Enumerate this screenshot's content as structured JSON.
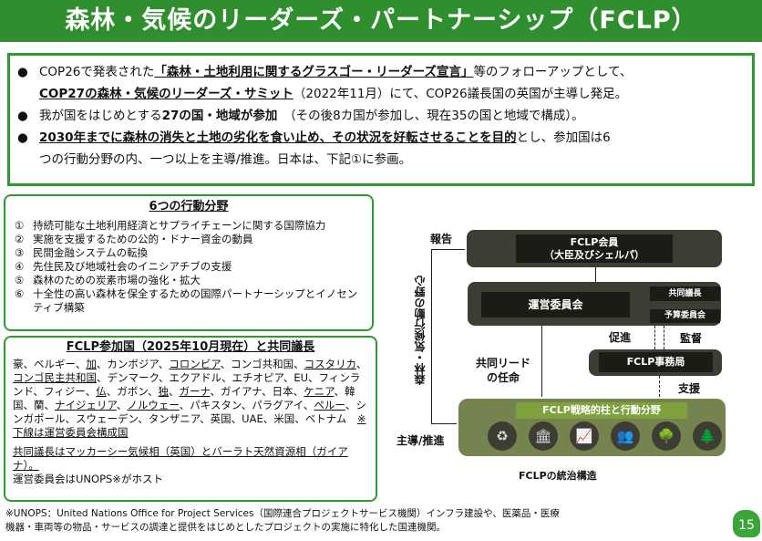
{
  "title": "森林・気候のリーダーズ・パートナーシップ（FCLP）",
  "summary": {
    "l1a": "COP26で発表された",
    "l1b": "「森林・土地利用に関するグラスゴー・リーダーズ宣言」",
    "l1c": "等のフォローアップとして、",
    "l2a": "COP27の森林・気候のリーダーズ・サミット",
    "l2b": "（2022年11月）にて、COP26議長国の英国が主導し発足。",
    "l3a": "我が国をはじめとする",
    "l3b": "27の国・地域が参加",
    "l3c": "（その後8カ国が参加し、現在35の国と地域で構成）。",
    "l4a": "2030年までに森林の消失と土地の劣化を食い止め、その状況を好転させることを目的",
    "l4b": "とし、参加国は6",
    "l5": "つの行動分野の内、一つ以上を主導/推進。日本は、下記①に参画。"
  },
  "actions": {
    "heading": "6つの行動分野",
    "items": [
      {
        "n": "①",
        "t": "持続可能な土地利用経済とサプライチェーンに関する国際協力"
      },
      {
        "n": "②",
        "t": "実施を支援するための公的・ドナー資金の動員"
      },
      {
        "n": "③",
        "t": "民間金融システムの転換"
      },
      {
        "n": "④",
        "t": "先住民及び地域社会のイニシアチブの支援"
      },
      {
        "n": "⑤",
        "t": "森林のための炭素市場の強化・拡大"
      },
      {
        "n": "⑥",
        "t": "十全性の高い森林を保全するための国際パートナーシップとイノセンティブ構築"
      }
    ]
  },
  "members": {
    "heading": "FCLP参加国（2025年10月現在）と共同議長",
    "countries": [
      {
        "t": "豪",
        "u": false
      },
      {
        "t": "ベルギー",
        "u": false
      },
      {
        "t": "加",
        "u": true
      },
      {
        "t": "カンボジア",
        "u": false
      },
      {
        "t": "コロンビア",
        "u": true
      },
      {
        "t": "コンゴ共和国",
        "u": false
      },
      {
        "t": "コスタリカ",
        "u": true
      },
      {
        "t": "コンゴ民主共和国",
        "u": true
      },
      {
        "t": "デンマーク",
        "u": false
      },
      {
        "t": "エクアドル",
        "u": false
      },
      {
        "t": "エチオピア",
        "u": false
      },
      {
        "t": "EU",
        "u": false
      },
      {
        "t": "フィンランド",
        "u": false
      },
      {
        "t": "フィジー",
        "u": false
      },
      {
        "t": "仏",
        "u": true
      },
      {
        "t": "ガボン",
        "u": false
      },
      {
        "t": "独",
        "u": true
      },
      {
        "t": "ガーナ",
        "u": true
      },
      {
        "t": "ガイアナ",
        "u": false
      },
      {
        "t": "日本",
        "u": false
      },
      {
        "t": "ケニア",
        "u": true
      },
      {
        "t": "韓国",
        "u": false
      },
      {
        "t": "蘭",
        "u": false
      },
      {
        "t": "ナイジェリア",
        "u": true
      },
      {
        "t": "ノルウェー",
        "u": true
      },
      {
        "t": "パキスタン",
        "u": false
      },
      {
        "t": "パラグアイ",
        "u": false
      },
      {
        "t": "ペルー",
        "u": true
      },
      {
        "t": "シンガポール",
        "u": false
      },
      {
        "t": "スウェーデン",
        "u": false
      },
      {
        "t": "タンザニア",
        "u": false
      },
      {
        "t": "英国",
        "u": false
      },
      {
        "t": "UAE",
        "u": false
      },
      {
        "t": "米国",
        "u": false
      },
      {
        "t": "ベトナム",
        "u": false
      }
    ],
    "note": "※下線は運営委員会構成国",
    "cochair": "共同議長はマッカーシー気候相（英国）とバーラト天然資源相（ガイアナ）。",
    "host": "運営委員会はUNOPS※がホスト"
  },
  "diagram": {
    "members_box": "FCLP会員",
    "members_sub": "（大臣及びシェルパ）",
    "steering": "運営委員会",
    "cochairs": "共同議長",
    "budget": "予算委員会",
    "secretariat": "FCLP事務局",
    "pillars": "FCLP戦略的柱と行動分野",
    "report": "報告",
    "lead": "主導/推進",
    "ambition": "森林・気候行動の野心",
    "promote": "促進",
    "supervise": "監督",
    "appoint1": "共同リード",
    "appoint2": "の任命",
    "support": "支援",
    "caption": "FCLPの統治構造",
    "icons": [
      "cycle-sprout-icon",
      "bank-icon",
      "growth-chart-icon",
      "people-icon",
      "tree-icon",
      "forest-icon"
    ]
  },
  "footnote": {
    "l1": "※UNOPS：United Nations Office for Project Services（国際連合プロジェクトサービス機関）インフラ建設や、医薬品・医療",
    "l2": "機器・車両等の物品・サービスの調達と提供をはじめとしたプロジェクトの実施に特化した国連機関。"
  },
  "page": "15"
}
